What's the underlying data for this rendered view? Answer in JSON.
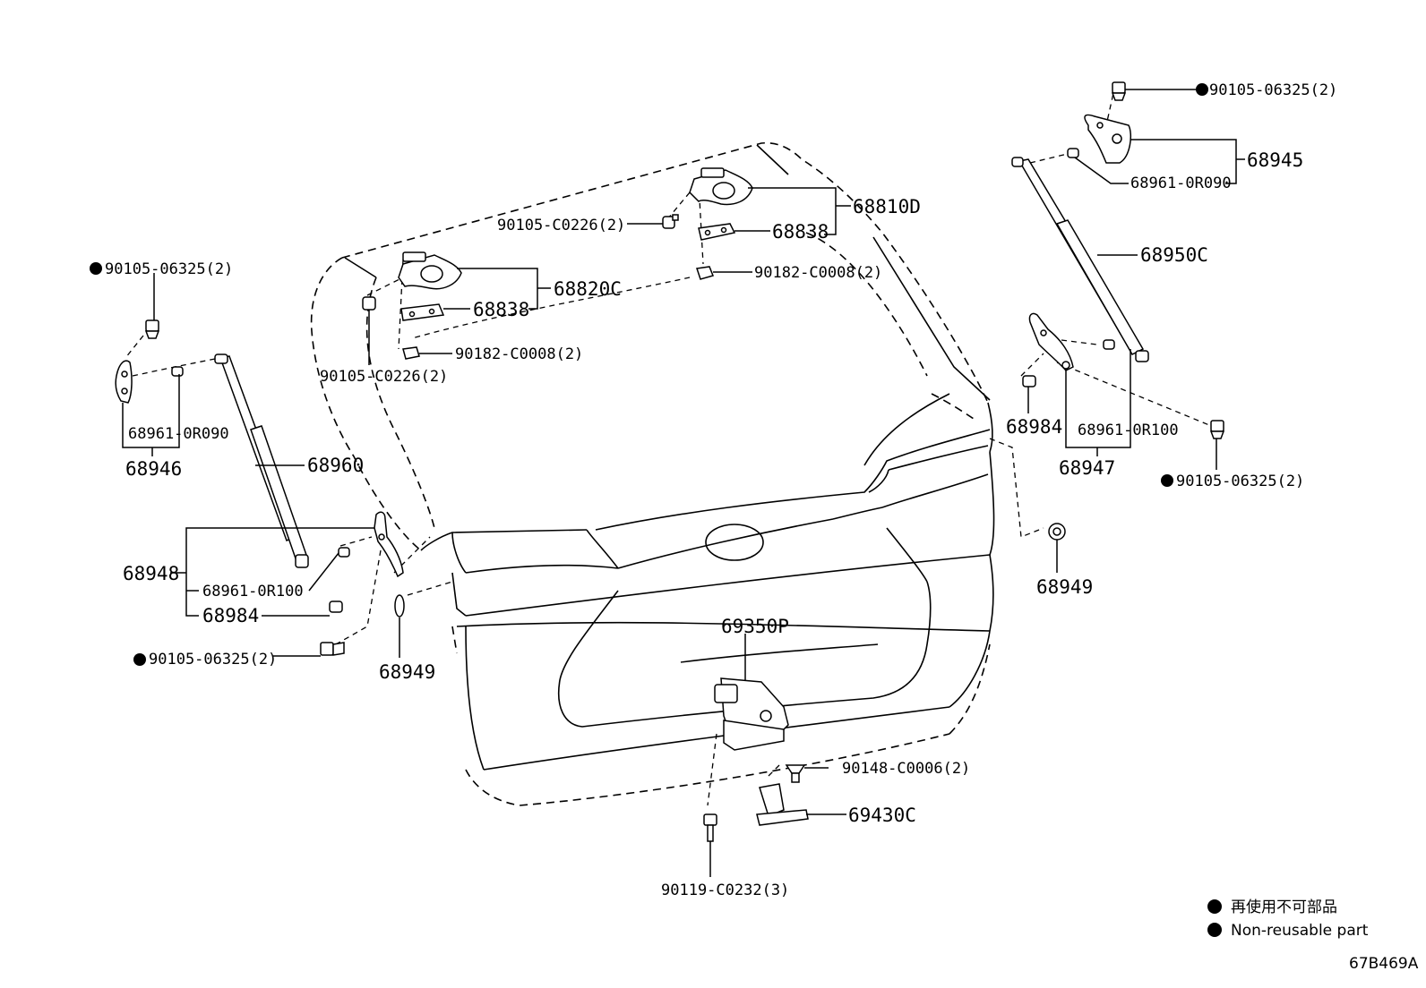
{
  "labels": {
    "l_90105_06325_tr": "90105-06325(2)",
    "l_68945": "68945",
    "l_68961_0r090_r": "68961-0R090",
    "l_68950c": "68950C",
    "l_68810d": "68810D",
    "l_90105_c0226_top": "90105-C0226(2)",
    "l_68838_top": "68838",
    "l_90182_c0008_top": "90182-C0008(2)",
    "l_68820c": "68820C",
    "l_68838_mid": "68838",
    "l_90182_c0008_mid": "90182-C0008(2)",
    "l_90105_c0226_mid": "90105-C0226(2)",
    "l_90105_06325_tl": "90105-06325(2)",
    "l_68961_0r090_l": "68961-0R090",
    "l_68946": "68946",
    "l_68960": "68960",
    "l_68948": "68948",
    "l_68961_0r100_l": "68961-0R100",
    "l_68984_l": "68984",
    "l_90105_06325_bl": "90105-06325(2)",
    "l_68949_l": "68949",
    "l_68984_r": "68984",
    "l_68961_0r100_r": "68961-0R100",
    "l_68947": "68947",
    "l_90105_06325_br": "90105-06325(2)",
    "l_68949_r": "68949",
    "l_69350p": "69350P",
    "l_90148_c0006": "90148-C0006(2)",
    "l_69430c": "69430C",
    "l_90119_c0232": "90119-C0232(3)"
  },
  "legend": {
    "line1": "再使用不可部品",
    "line2": "Non-reusable part"
  },
  "figure_id": "67B469A"
}
